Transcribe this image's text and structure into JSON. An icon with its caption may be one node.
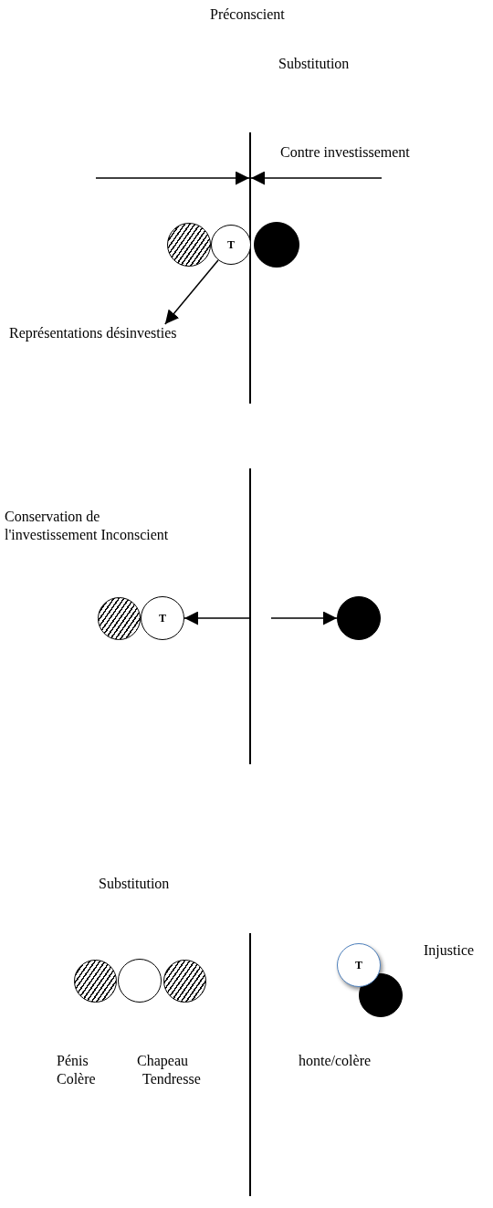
{
  "diagram": {
    "nodes": [
      {
        "text": [],
        "shape": "bar"
      },
      {
        "text": [],
        "shape": "circle"
      },
      {
        "text": [
          "T"
        ]
      },
      {
        "text": [],
        "shape": "circle"
      },
      {
        "text": [
          "Représentations désinvesties"
        ]
      },
      {
        "text": [],
        "shape": "bar"
      },
      {
        "text": [],
        "shape": "circle"
      },
      {
        "text": [
          "T"
        ]
      },
      {
        "text": [],
        "shape": "circle"
      },
      {
        "text": [],
        "shape": "bar"
      },
      {
        "text": [],
        "shape": "circle"
      },
      {
        "text": [],
        "shape": "circle"
      },
      {
        "text": [],
        "shape": "circle"
      },
      {
        "text": [
          "T"
        ]
      },
      {
        "text": [],
        "shape": "circle"
      }
    ],
    "edges": [
      {
        "from": null,
        "to": 0,
        "arrow": "to"
      },
      {
        "from": null,
        "to": 0,
        "arrow": "to"
      },
      {
        "from": 2,
        "to": 4,
        "arrow": "to"
      },
      {
        "from": 5,
        "to": 7,
        "arrow": "to"
      },
      {
        "from": null,
        "to": 8,
        "arrow": "to"
      }
    ],
    "labels": [
      "Préconscient",
      "Substitution",
      "Contre investissement",
      "Conservation de l'investissement Inconscient",
      "Substitution",
      "Injustice",
      "Pénis",
      "Chapeau",
      "honte/colère",
      "Colère",
      "Tendresse"
    ]
  }
}
